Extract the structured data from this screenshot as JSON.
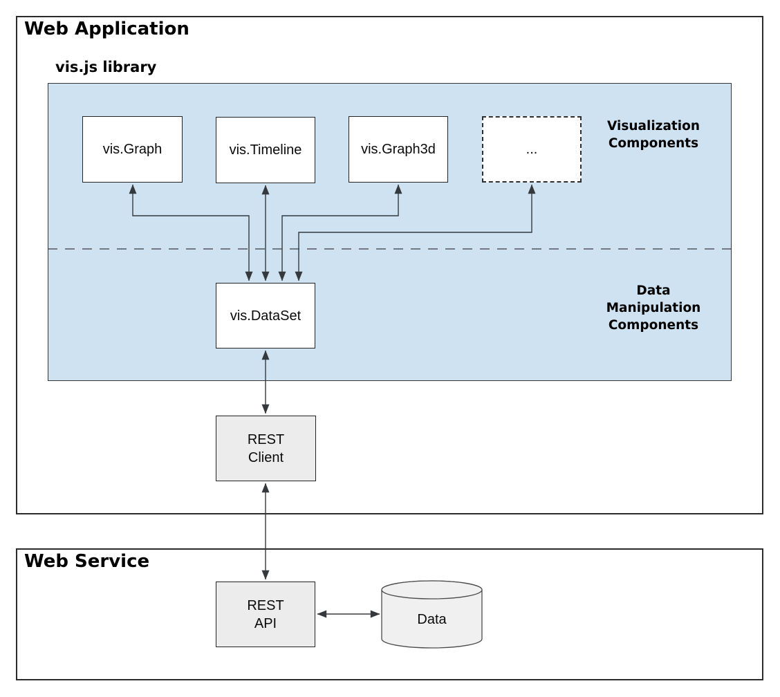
{
  "diagram": {
    "web_application": {
      "title": "Web Application"
    },
    "vis_library": {
      "title": "vis.js library",
      "components": [
        {
          "label": "vis.Graph"
        },
        {
          "label": "vis.Timeline"
        },
        {
          "label": "vis.Graph3d"
        },
        {
          "label": "..."
        }
      ],
      "section_labels": {
        "visualization": "Visualization\nComponents",
        "data_manipulation": "Data\nManipulation\nComponents"
      },
      "dataset": {
        "label": "vis.DataSet"
      }
    },
    "rest_client": {
      "label": "REST\nClient"
    },
    "web_service": {
      "title": "Web Service",
      "rest_api": {
        "label": "REST\nAPI"
      },
      "database": {
        "label": "Data"
      }
    },
    "colors": {
      "library_fill": "#cfe2f1",
      "node_fill_white": "#ffffff",
      "node_fill_gray": "#ececec",
      "node_stroke": "#222222",
      "arrow": "#35393d",
      "cylinder_fill": "#f0f0f0"
    }
  }
}
